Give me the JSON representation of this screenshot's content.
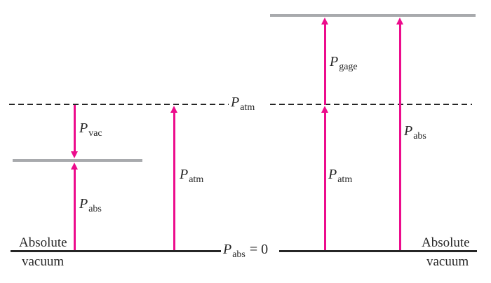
{
  "colors": {
    "arrow": "#ec0c8c",
    "bar": "#a8aaad",
    "ink": "#262626"
  },
  "labels": {
    "p_vac": {
      "sym": "P",
      "sub": "vac"
    },
    "p_abs_left": {
      "sym": "P",
      "sub": "abs"
    },
    "p_atm_mid": {
      "sym": "P",
      "sub": "atm"
    },
    "p_atm_line": {
      "sym": "P",
      "sub": "atm"
    },
    "p_gage": {
      "sym": "P",
      "sub": "gage"
    },
    "p_atm_right": {
      "sym": "P",
      "sub": "atm"
    },
    "p_abs_right": {
      "sym": "P",
      "sub": "abs"
    },
    "p_abs_zero": {
      "sym": "P",
      "sub": "abs",
      "eq": "= 0"
    },
    "vacuum_left": {
      "line1": "Absolute",
      "line2": "vacuum"
    },
    "vacuum_right": {
      "line1": "Absolute",
      "line2": "vacuum"
    }
  }
}
